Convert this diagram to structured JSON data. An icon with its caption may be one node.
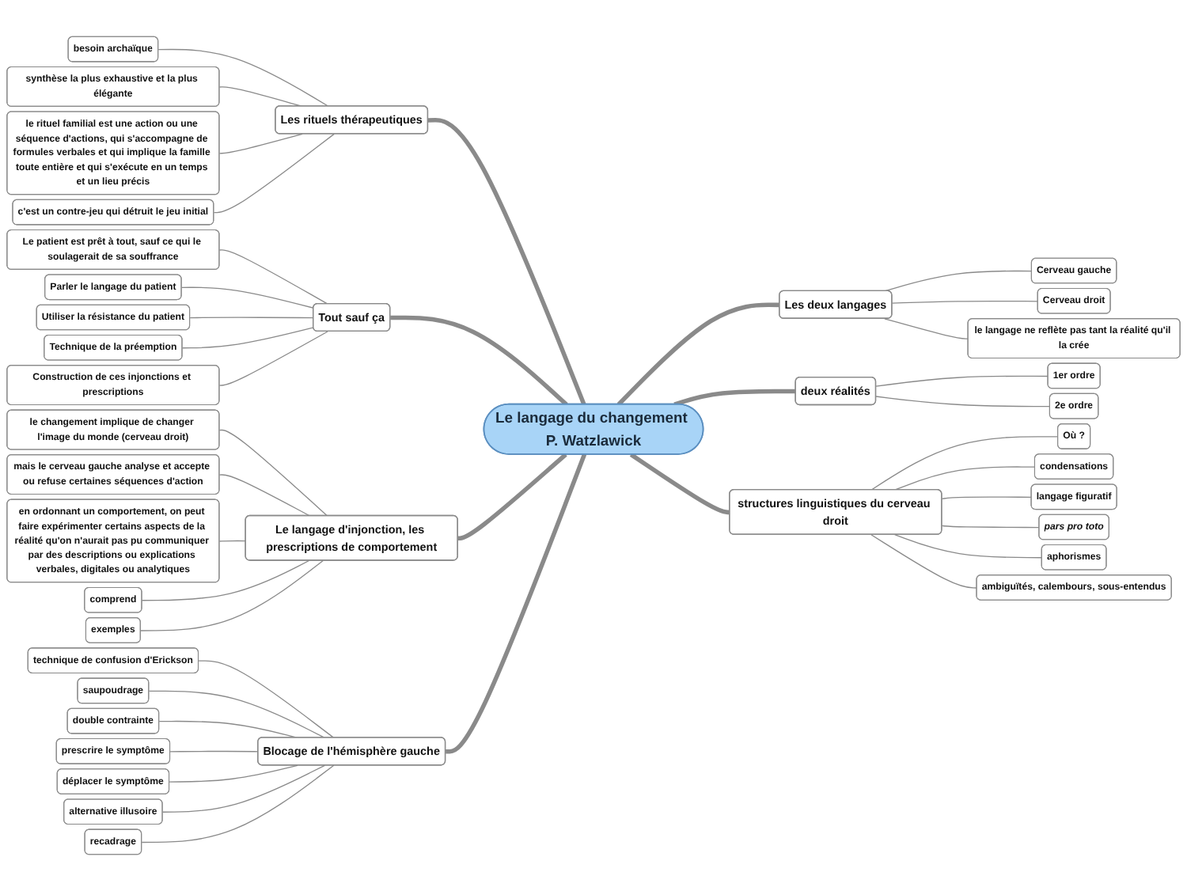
{
  "diagram": {
    "nodes": [
      {
        "text": [
          "Le langage du changement P. Watzlawick"
        ]
      },
      {
        "text": [
          "Les rituels thérapeutiques"
        ]
      },
      {
        "text": [
          "besoin archaïque"
        ]
      },
      {
        "text": [
          "synthèse la plus exhaustive et la plus élégante"
        ]
      },
      {
        "text": [
          "le rituel familial est une action ou une séquence d'actions, qui s'accompagne de formules verbales et qui implique la famille toute entière et qui s'exécute en un temps et un lieu précis"
        ]
      },
      {
        "text": [
          "c'est un contre-jeu qui détruit le jeu initial"
        ]
      },
      {
        "text": [
          "Tout sauf ça"
        ]
      },
      {
        "text": [
          "Le patient est prêt à tout, sauf ce qui le soulagerait de sa souffrance"
        ]
      },
      {
        "text": [
          "Parler le langage du patient"
        ]
      },
      {
        "text": [
          "Utiliser la résistance du patient"
        ]
      },
      {
        "text": [
          "Technique de la préemption"
        ]
      },
      {
        "text": [
          "Construction de ces injonctions et prescriptions"
        ]
      },
      {
        "text": [
          "Le langage d'injonction, les prescriptions de comportement"
        ]
      },
      {
        "text": [
          "le changement implique de changer l'image du monde (cerveau droit)"
        ]
      },
      {
        "text": [
          "mais le cerveau gauche analyse et accepte ou refuse certaines séquences d'action"
        ]
      },
      {
        "text": [
          "en ordonnant un comportement, on peut faire expérimenter certains aspects de la réalité qu'on n'aurait pas pu communiquer par des descriptions ou explications verbales, digitales ou analytiques"
        ]
      },
      {
        "text": [
          "comprend"
        ]
      },
      {
        "text": [
          "exemples"
        ]
      },
      {
        "text": [
          "Blocage de l'hémisphère gauche"
        ]
      },
      {
        "text": [
          "technique de **confusion** d'Erickson"
        ]
      },
      {
        "text": [
          "saupoudrage"
        ]
      },
      {
        "text": [
          "double contrainte"
        ]
      },
      {
        "text": [
          "prescrire le symptôme"
        ]
      },
      {
        "text": [
          "déplacer le symptôme"
        ]
      },
      {
        "text": [
          "alternative illusoire"
        ]
      },
      {
        "text": [
          "recadrage"
        ]
      },
      {
        "text": [
          "Les deux langages"
        ]
      },
      {
        "text": [
          "Cerveau gauche"
        ]
      },
      {
        "text": [
          "Cerveau droit"
        ]
      },
      {
        "text": [
          "le langage ne reflète pas tant la réalité qu'il la crée"
        ]
      },
      {
        "text": [
          "deux réalités"
        ]
      },
      {
        "text": [
          "1er ordre"
        ]
      },
      {
        "text": [
          "2e ordre"
        ]
      },
      {
        "text": [
          "structures linguistiques du cerveau droit"
        ]
      },
      {
        "text": [
          "Où ?"
        ]
      },
      {
        "text": [
          "condensations"
        ]
      },
      {
        "text": [
          "langage figuratif"
        ]
      },
      {
        "text": [
          "pars pro toto"
        ]
      },
      {
        "text": [
          "aphorismes"
        ]
      },
      {
        "text": [
          "ambiguïtés, calembours, sous-entendus"
        ]
      }
    ],
    "edges": [
      {
        "from": 0,
        "to": 1,
        "arrow": "none",
        "style": "thick"
      },
      {
        "from": 1,
        "to": 2,
        "arrow": "none"
      },
      {
        "from": 1,
        "to": 3,
        "arrow": "none"
      },
      {
        "from": 1,
        "to": 4,
        "arrow": "none"
      },
      {
        "from": 1,
        "to": 5,
        "arrow": "none"
      },
      {
        "from": 0,
        "to": 6,
        "arrow": "none",
        "style": "thick"
      },
      {
        "from": 6,
        "to": 7,
        "arrow": "none"
      },
      {
        "from": 6,
        "to": 8,
        "arrow": "none"
      },
      {
        "from": 6,
        "to": 9,
        "arrow": "none"
      },
      {
        "from": 6,
        "to": 10,
        "arrow": "none"
      },
      {
        "from": 6,
        "to": 11,
        "arrow": "none"
      },
      {
        "from": 0,
        "to": 12,
        "arrow": "none",
        "style": "thick"
      },
      {
        "from": 12,
        "to": 13,
        "arrow": "none"
      },
      {
        "from": 12,
        "to": 14,
        "arrow": "none"
      },
      {
        "from": 12,
        "to": 15,
        "arrow": "none"
      },
      {
        "from": 12,
        "to": 16,
        "arrow": "none"
      },
      {
        "from": 12,
        "to": 17,
        "arrow": "none"
      },
      {
        "from": 0,
        "to": 18,
        "arrow": "none",
        "style": "thick"
      },
      {
        "from": 18,
        "to": 19,
        "arrow": "none"
      },
      {
        "from": 18,
        "to": 20,
        "arrow": "none"
      },
      {
        "from": 18,
        "to": 21,
        "arrow": "none"
      },
      {
        "from": 18,
        "to": 22,
        "arrow": "none"
      },
      {
        "from": 18,
        "to": 23,
        "arrow": "none"
      },
      {
        "from": 18,
        "to": 24,
        "arrow": "none"
      },
      {
        "from": 18,
        "to": 25,
        "arrow": "none"
      },
      {
        "from": 0,
        "to": 26,
        "arrow": "none",
        "style": "thick"
      },
      {
        "from": 26,
        "to": 27,
        "arrow": "none"
      },
      {
        "from": 26,
        "to": 28,
        "arrow": "none"
      },
      {
        "from": 26,
        "to": 29,
        "arrow": "none"
      },
      {
        "from": 0,
        "to": 30,
        "arrow": "none",
        "style": "thick"
      },
      {
        "from": 30,
        "to": 31,
        "arrow": "none"
      },
      {
        "from": 30,
        "to": 32,
        "arrow": "none"
      },
      {
        "from": 0,
        "to": 33,
        "arrow": "none",
        "style": "thick"
      },
      {
        "from": 33,
        "to": 34,
        "arrow": "none"
      },
      {
        "from": 33,
        "to": 35,
        "arrow": "none"
      },
      {
        "from": 33,
        "to": 36,
        "arrow": "none"
      },
      {
        "from": 33,
        "to": 37,
        "arrow": "none"
      },
      {
        "from": 33,
        "to": 38,
        "arrow": "none"
      },
      {
        "from": 33,
        "to": 39,
        "arrow": "none"
      }
    ]
  }
}
